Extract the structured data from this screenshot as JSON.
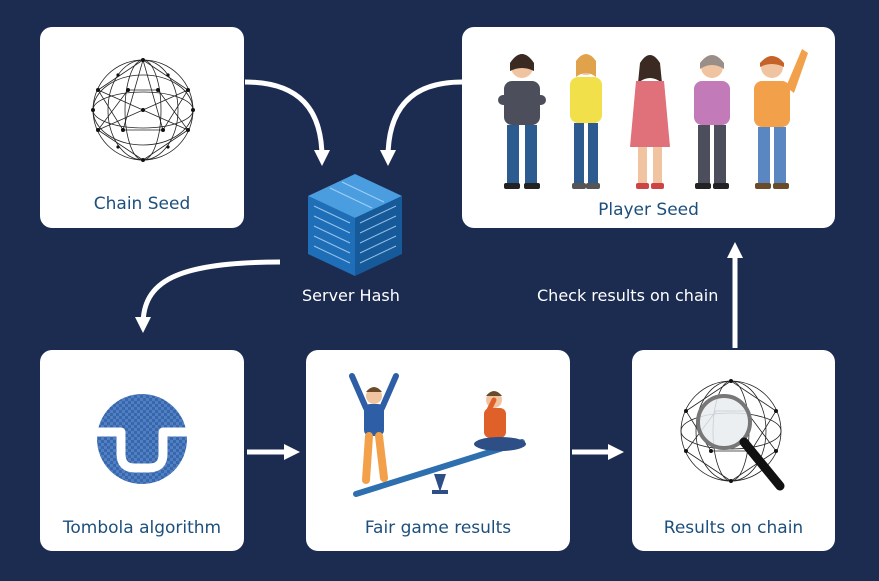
{
  "nodes": {
    "chain_seed": "Chain Seed",
    "player_seed": "Player Seed",
    "server_hash": "Server Hash",
    "tombola_algorithm": "Tombola algorithm",
    "fair_game_results": "Fair game results",
    "results_on_chain": "Results on chain"
  },
  "edges": {
    "check_results": "Check results on chain"
  },
  "colors": {
    "background": "#1c2b50",
    "card": "#ffffff",
    "label": "#1d4f7d",
    "cube": "#1f6fb8",
    "arrow": "#ffffff"
  }
}
